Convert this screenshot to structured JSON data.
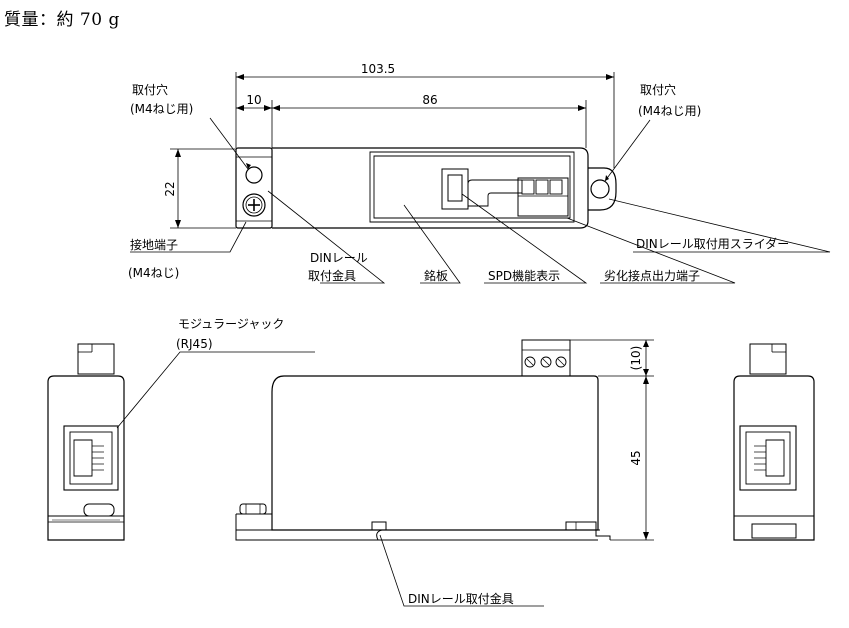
{
  "header": {
    "weight": "質量：約 70 g"
  },
  "dimensions": {
    "overall_length": "103.5",
    "clamp_offset": "10",
    "body_length": "86",
    "width": "22",
    "terminal_height": "(10)",
    "height": "45"
  },
  "labels": {
    "mount_hole_left": "取付穴",
    "mount_hole_left_note": "(M4ねじ用)",
    "mount_hole_right": "取付穴",
    "mount_hole_right_note": "(M4ねじ用)",
    "ground_terminal": "接地端子",
    "ground_terminal_note": "(M4ねじ)",
    "din_clamp_l1": "DINレール",
    "din_clamp_l2": "取付金具",
    "nameplate": "銘板",
    "spd_indicator": "SPD機能表示",
    "degradation_output": "劣化接点出力端子",
    "din_slider": "DINレール取付用スライダー",
    "modular_jack": "モジュラージャック",
    "modular_jack_note": "(RJ45)",
    "din_clamp_bottom": "DINレール取付金具"
  },
  "colors": {
    "line": "#000000",
    "background": "#ffffff"
  }
}
